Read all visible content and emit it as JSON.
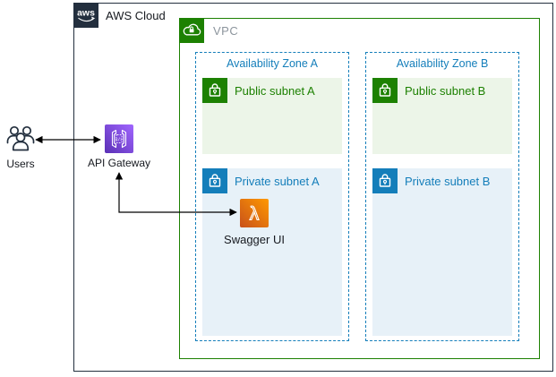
{
  "aws_cloud": {
    "label": "AWS Cloud",
    "logo_text": "aws"
  },
  "vpc": {
    "label": "VPC"
  },
  "zones": [
    {
      "label": "Availability Zone A",
      "public_subnet_label": "Public subnet A",
      "private_subnet_label": "Private subnet A"
    },
    {
      "label": "Availability Zone B",
      "public_subnet_label": "Public subnet B",
      "private_subnet_label": "Private subnet B"
    }
  ],
  "nodes": {
    "users": {
      "label": "Users"
    },
    "api_gateway": {
      "label": "API Gateway",
      "icon_glyph": "</>"
    },
    "swagger_ui": {
      "label": "Swagger UI",
      "icon_glyph": "λ"
    }
  },
  "connections": [
    {
      "from": "users",
      "to": "api_gateway",
      "bidirectional": true
    },
    {
      "from": "api_gateway",
      "to": "swagger_ui",
      "bidirectional": true
    }
  ],
  "colors": {
    "aws_dark": "#232F3E",
    "green": "#1D8102",
    "green_fill": "#ECF5E8",
    "blue": "#147EBA",
    "blue_fill": "#E7F1F8",
    "gray_label": "#8C959D",
    "purple_gradient_start": "#5A30B5",
    "purple_gradient_end": "#A166FF",
    "orange_gradient_start": "#C8511B",
    "orange_gradient_end": "#FF9900",
    "arrow": "#000000"
  }
}
